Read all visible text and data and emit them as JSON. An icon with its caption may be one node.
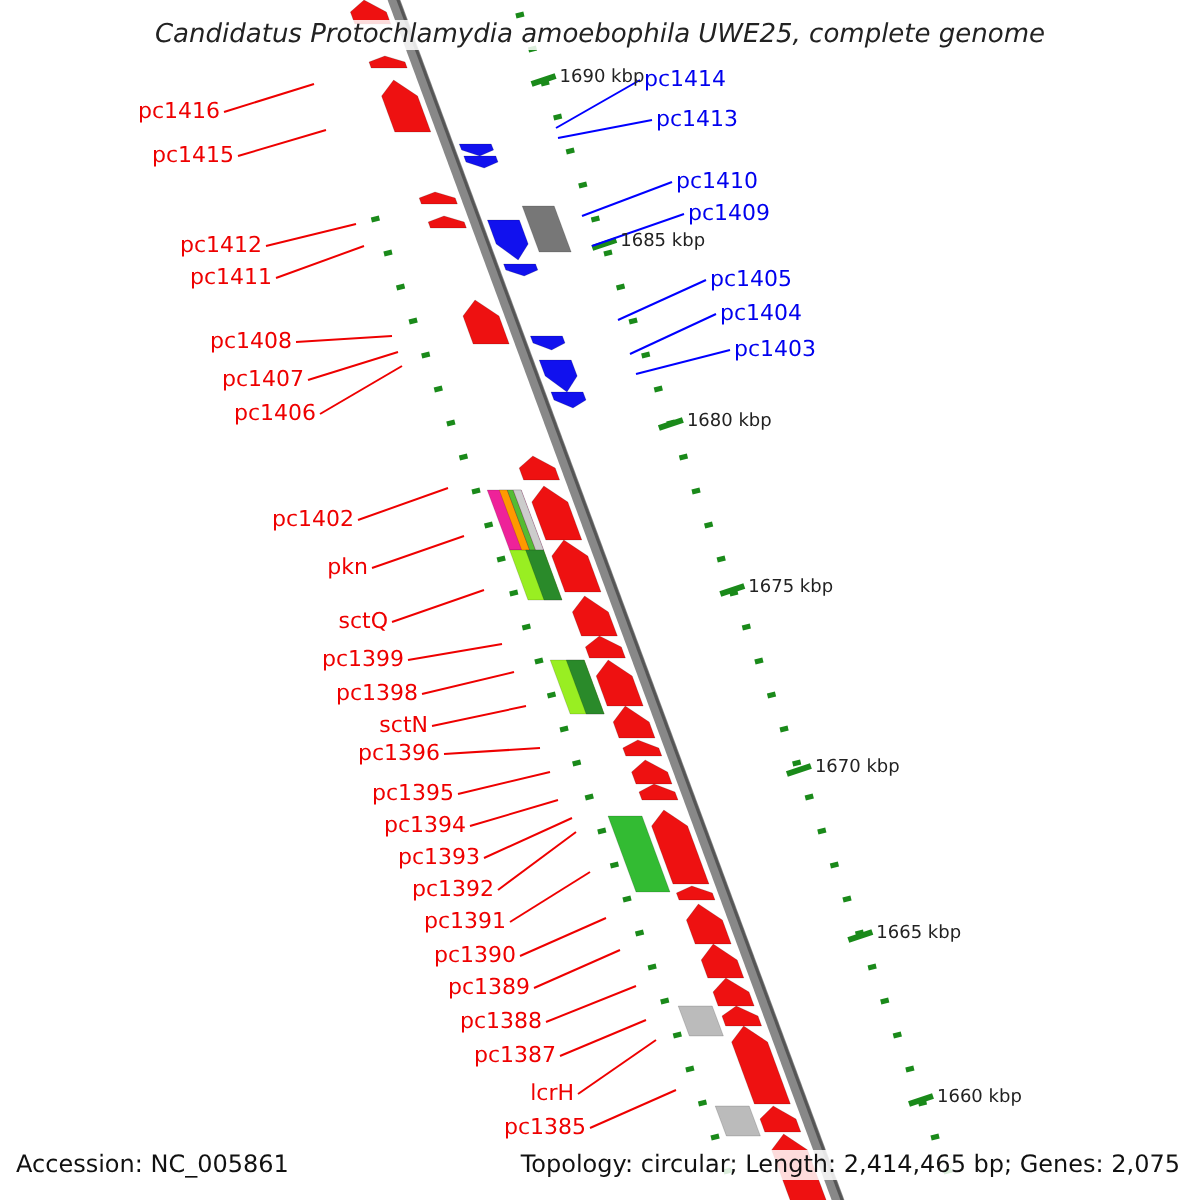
{
  "diagram": {
    "title": "Candidatus Protochlamydia amoebophila UWE25, complete genome",
    "nodes": [
      {
        "text": [
          "pc1414"
        ]
      },
      {
        "text": [
          "pc1416"
        ]
      },
      {
        "text": [
          "pc1413"
        ]
      },
      {
        "text": [
          "pc1415"
        ]
      },
      {
        "text": [
          "pc1410"
        ]
      },
      {
        "text": [
          "pc1409"
        ]
      },
      {
        "text": [
          "pc1412"
        ]
      },
      {
        "text": [
          "pc1411"
        ]
      },
      {
        "text": [
          "pc1405"
        ]
      },
      {
        "text": [
          "pc1404"
        ]
      },
      {
        "text": [
          "pc1408"
        ]
      },
      {
        "text": [
          "pc1403"
        ]
      },
      {
        "text": [
          "pc1407"
        ]
      },
      {
        "text": [
          "pc1406"
        ]
      },
      {
        "text": [
          "pc1402"
        ]
      },
      {
        "text": [
          "pkn"
        ]
      },
      {
        "text": [
          "sctQ"
        ]
      },
      {
        "text": [
          "pc1399"
        ]
      },
      {
        "text": [
          "pc1398"
        ]
      },
      {
        "text": [
          "sctN"
        ]
      },
      {
        "text": [
          "pc1396"
        ]
      },
      {
        "text": [
          "pc1395"
        ]
      },
      {
        "text": [
          "pc1394"
        ]
      },
      {
        "text": [
          "pc1393"
        ]
      },
      {
        "text": [
          "pc1392"
        ]
      },
      {
        "text": [
          "pc1391"
        ]
      },
      {
        "text": [
          "pc1390"
        ]
      },
      {
        "text": [
          "pc1389"
        ]
      },
      {
        "text": [
          "pc1388"
        ]
      },
      {
        "text": [
          "pc1387"
        ]
      },
      {
        "text": [
          "lcrH"
        ]
      },
      {
        "text": [
          "pc1385"
        ]
      }
    ],
    "edges": [
      {
        "from": 0,
        "to": null,
        "arrow": "none",
        "color": "#0000ff"
      },
      {
        "from": 1,
        "to": null,
        "arrow": "none"
      },
      {
        "from": 2,
        "to": null,
        "arrow": "none",
        "color": "#0000ff"
      },
      {
        "from": 3,
        "to": null,
        "arrow": "none"
      },
      {
        "from": 4,
        "to": null,
        "arrow": "none",
        "color": "#0000ff"
      },
      {
        "from": 5,
        "to": null,
        "arrow": "none",
        "color": "#0000ff"
      },
      {
        "from": 6,
        "to": null,
        "arrow": "none"
      },
      {
        "from": 7,
        "to": null,
        "arrow": "none"
      },
      {
        "from": 8,
        "to": null,
        "arrow": "none",
        "color": "#0000ff"
      },
      {
        "from": 9,
        "to": null,
        "arrow": "none",
        "color": "#0000ff"
      },
      {
        "from": 10,
        "to": null,
        "arrow": "none"
      },
      {
        "from": 11,
        "to": null,
        "arrow": "none",
        "color": "#0000ff"
      },
      {
        "from": 12,
        "to": null,
        "arrow": "none"
      },
      {
        "from": 13,
        "to": null,
        "arrow": "none"
      },
      {
        "from": 14,
        "to": null,
        "arrow": "none"
      },
      {
        "from": 15,
        "to": null,
        "arrow": "none"
      },
      {
        "from": 16,
        "to": null,
        "arrow": "none"
      },
      {
        "from": 17,
        "to": null,
        "arrow": "none"
      },
      {
        "from": 18,
        "to": null,
        "arrow": "none"
      },
      {
        "from": 19,
        "to": null,
        "arrow": "none"
      },
      {
        "from": 20,
        "to": null,
        "arrow": "none"
      },
      {
        "from": 21,
        "to": null,
        "arrow": "none"
      },
      {
        "from": 22,
        "to": null,
        "arrow": "none"
      },
      {
        "from": 23,
        "to": null,
        "arrow": "none"
      },
      {
        "from": 24,
        "to": null,
        "arrow": "none"
      },
      {
        "from": 25,
        "to": null,
        "arrow": "none"
      },
      {
        "from": 26,
        "to": null,
        "arrow": "none"
      },
      {
        "from": 27,
        "to": null,
        "arrow": "none"
      },
      {
        "from": 28,
        "to": null,
        "arrow": "none"
      },
      {
        "from": 29,
        "to": null,
        "arrow": "none"
      },
      {
        "from": 30,
        "to": null,
        "arrow": "none"
      },
      {
        "from": 31,
        "to": null,
        "arrow": "none"
      }
    ],
    "labels": [
      "1690 kbp",
      "1685 kbp",
      "1680 kbp",
      "1675 kbp",
      "1670 kbp",
      "1665 kbp",
      "1660 kbp",
      "Accession: NC_005861",
      "Topology: circular; Length: 2,414,465 bp; Genes: 2,075"
    ]
  }
}
